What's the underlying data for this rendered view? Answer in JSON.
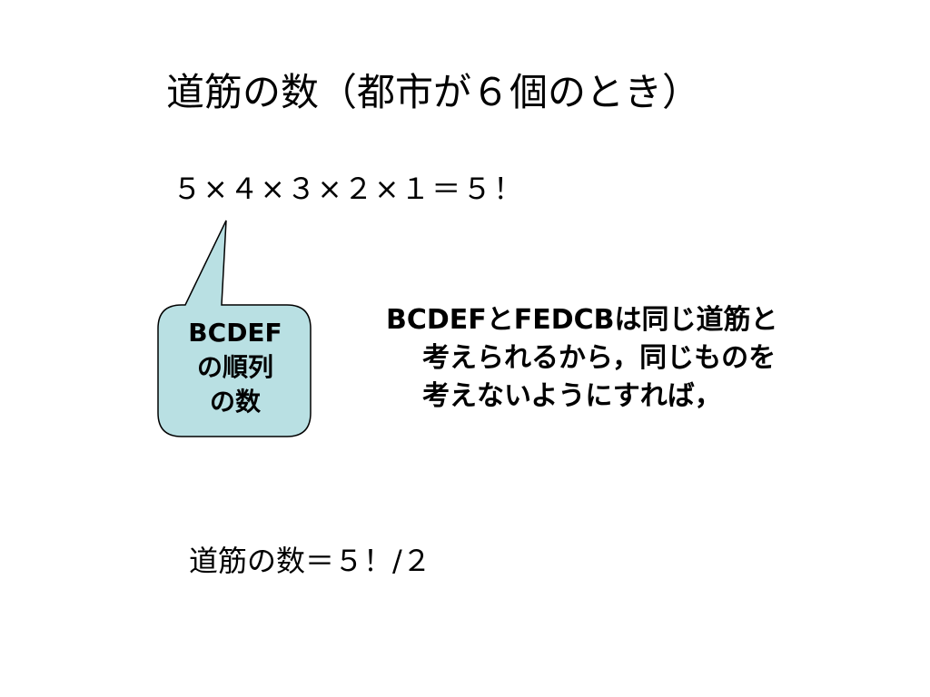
{
  "slide": {
    "title": "道筋の数（都市が６個のとき）",
    "formula": "５×４×３×２×１＝５！",
    "callout": {
      "lines": [
        "BCDEF",
        "の順列",
        "の数"
      ],
      "fill_color": "#b9e0e3",
      "stroke_color": "#000000"
    },
    "explanation": {
      "lines": [
        "BCDEFとFEDCBは同じ道筋と",
        "考えられるから，同じものを",
        "考えないようにすれば，"
      ]
    },
    "result": "道筋の数＝５！/２"
  }
}
